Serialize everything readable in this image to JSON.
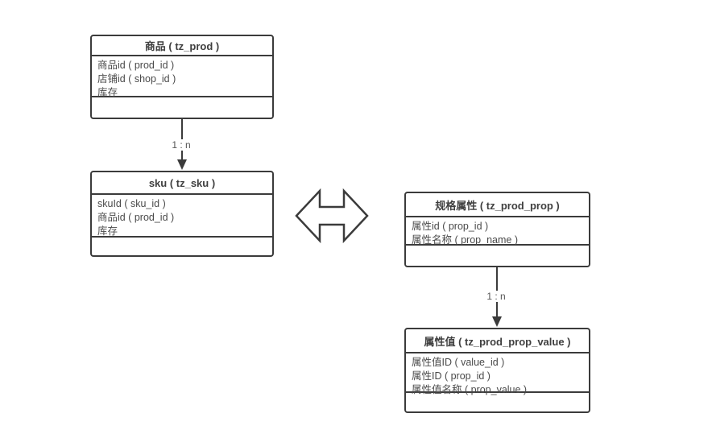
{
  "diagram": {
    "colors": {
      "line": "#3b3b3b",
      "text": "#4a4a4a",
      "background": "#ffffff"
    },
    "tables": [
      {
        "title": "商品 ( tz_prod )",
        "rows": [
          "商品id ( prod_id )",
          "店铺id ( shop_id )",
          "库存"
        ]
      },
      {
        "title": "sku ( tz_sku )",
        "rows": [
          "skuId ( sku_id )",
          "商品id ( prod_id )",
          "库存"
        ]
      },
      {
        "title": "规格属性 ( tz_prod_prop )",
        "rows": [
          "属性id ( prop_id )",
          "属性名称 ( prop_name )"
        ]
      },
      {
        "title": "属性值 ( tz_prod_prop_value )",
        "rows": [
          "属性值ID ( value_id )",
          "属性ID ( prop_id )",
          "属性值名称 ( prop_value )"
        ]
      }
    ],
    "connectors": [
      {
        "label": "1 : n"
      },
      {
        "label": "1 : n"
      }
    ],
    "shapes": [
      {
        "name": "double-horizontal-arrow"
      }
    ]
  }
}
